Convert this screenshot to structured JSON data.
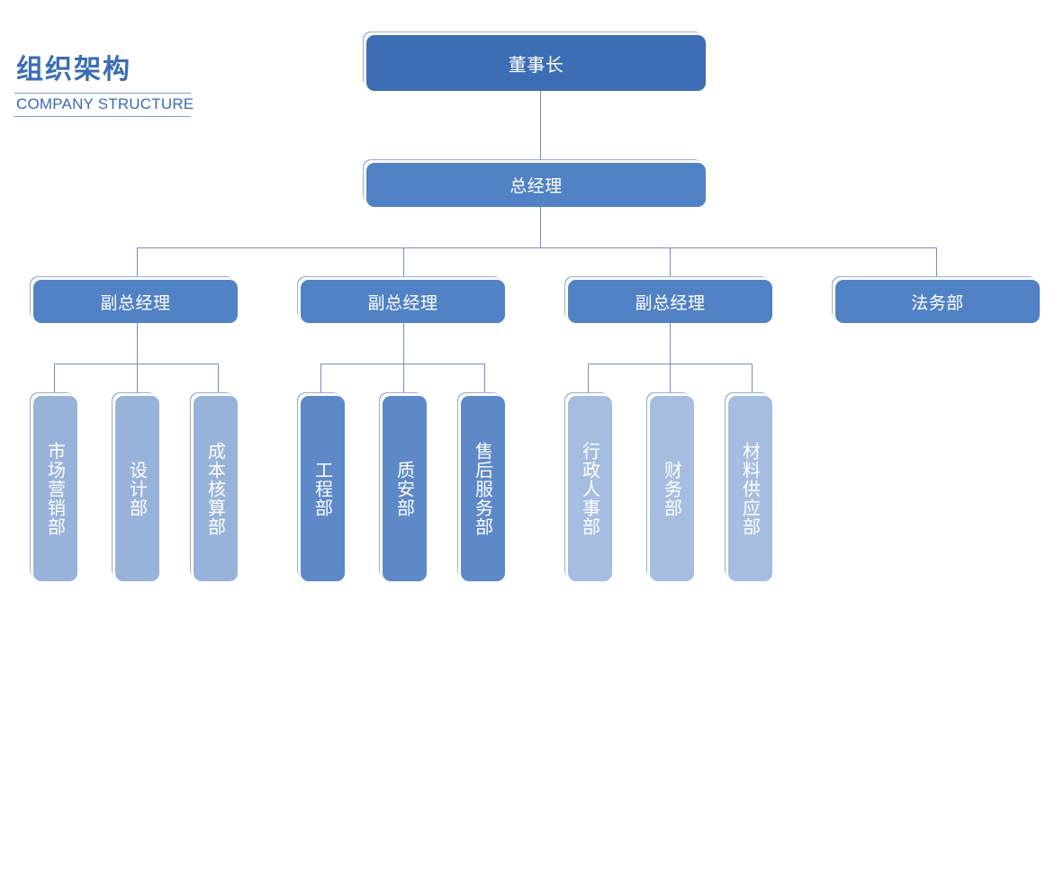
{
  "header": {
    "title": "组织架构",
    "subtitle": "COMPANY STRUCTURE"
  },
  "nodes": {
    "chairman": "董事长",
    "general_manager": "总经理",
    "vp1": "副总经理",
    "vp2": "副总经理",
    "vp3": "副总经理",
    "legal": "法务部",
    "marketing": "市场营销部",
    "design": "设计部",
    "cost": "成本核算部",
    "engineering": "工程部",
    "quality": "质安部",
    "after_sales": "售后服务部",
    "admin_hr": "行政人事部",
    "finance": "财务部",
    "materials": "材料供应部"
  },
  "colors": {
    "chairman": "#3d6db5",
    "managers": "#5182c6",
    "ops_depts": "#5e89c9",
    "depts_light": "#98b3da",
    "depts_lighter": "#a6bde2",
    "connector": "#6f8fc2"
  }
}
